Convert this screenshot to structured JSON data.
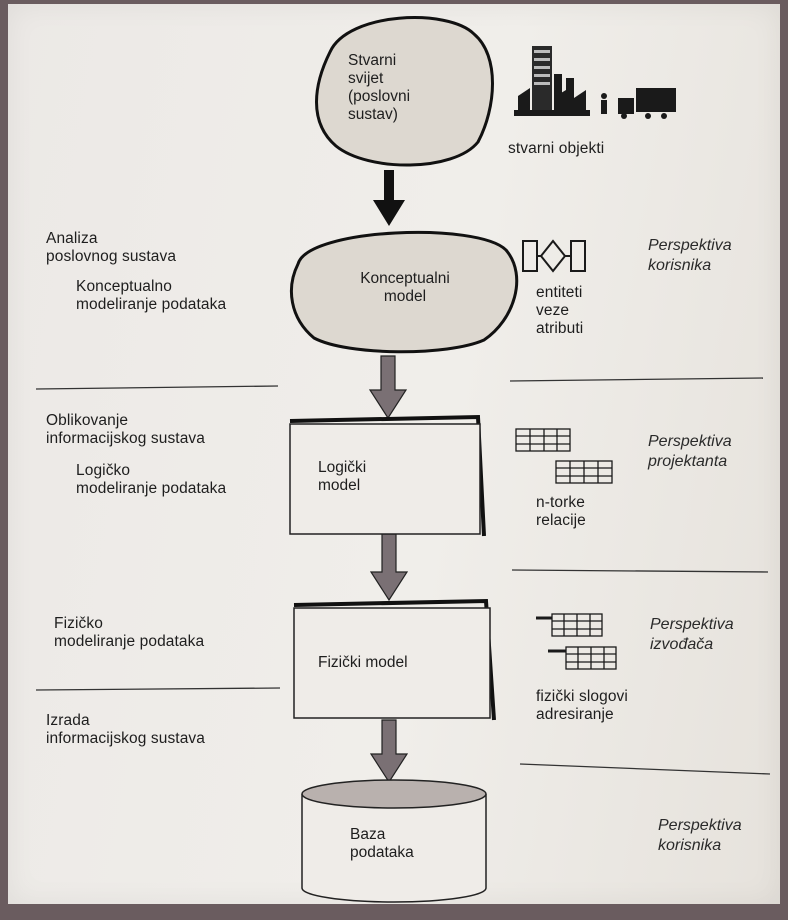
{
  "nodes": {
    "real_world": "Stvarni\nsvijet\n(poslovni\nsustav)",
    "conceptual": "Konceptualni\nmodel",
    "logical": "Logički\nmodel",
    "physical": "Fizički model",
    "database": "Baza\npodataka"
  },
  "left": {
    "analysis": "Analiza\nposlovnog sustava",
    "conceptual_modeling": "Konceptualno\nmodeliranje podataka",
    "design": "Oblikovanje\ninformacijskog sustava",
    "logical_modeling": "Logičko\nmodeliranje podataka",
    "physical_modeling": "Fizičko\nmodeliranje podataka",
    "build": "Izrada\ninformacijskog sustava"
  },
  "right": {
    "real_objects": "stvarni objekti",
    "er": "entiteti\nveze\natributi",
    "relations": "n-torke\nrelacije",
    "records": "fizički slogovi\nadresiranje"
  },
  "perspectives": {
    "user_1": "Perspektiva\nkorisnika",
    "designer": "Perspektiva\nprojektanta",
    "builder": "Perspektiva\nizvođača",
    "user_2": "Perspektiva\nkorisnika"
  }
}
